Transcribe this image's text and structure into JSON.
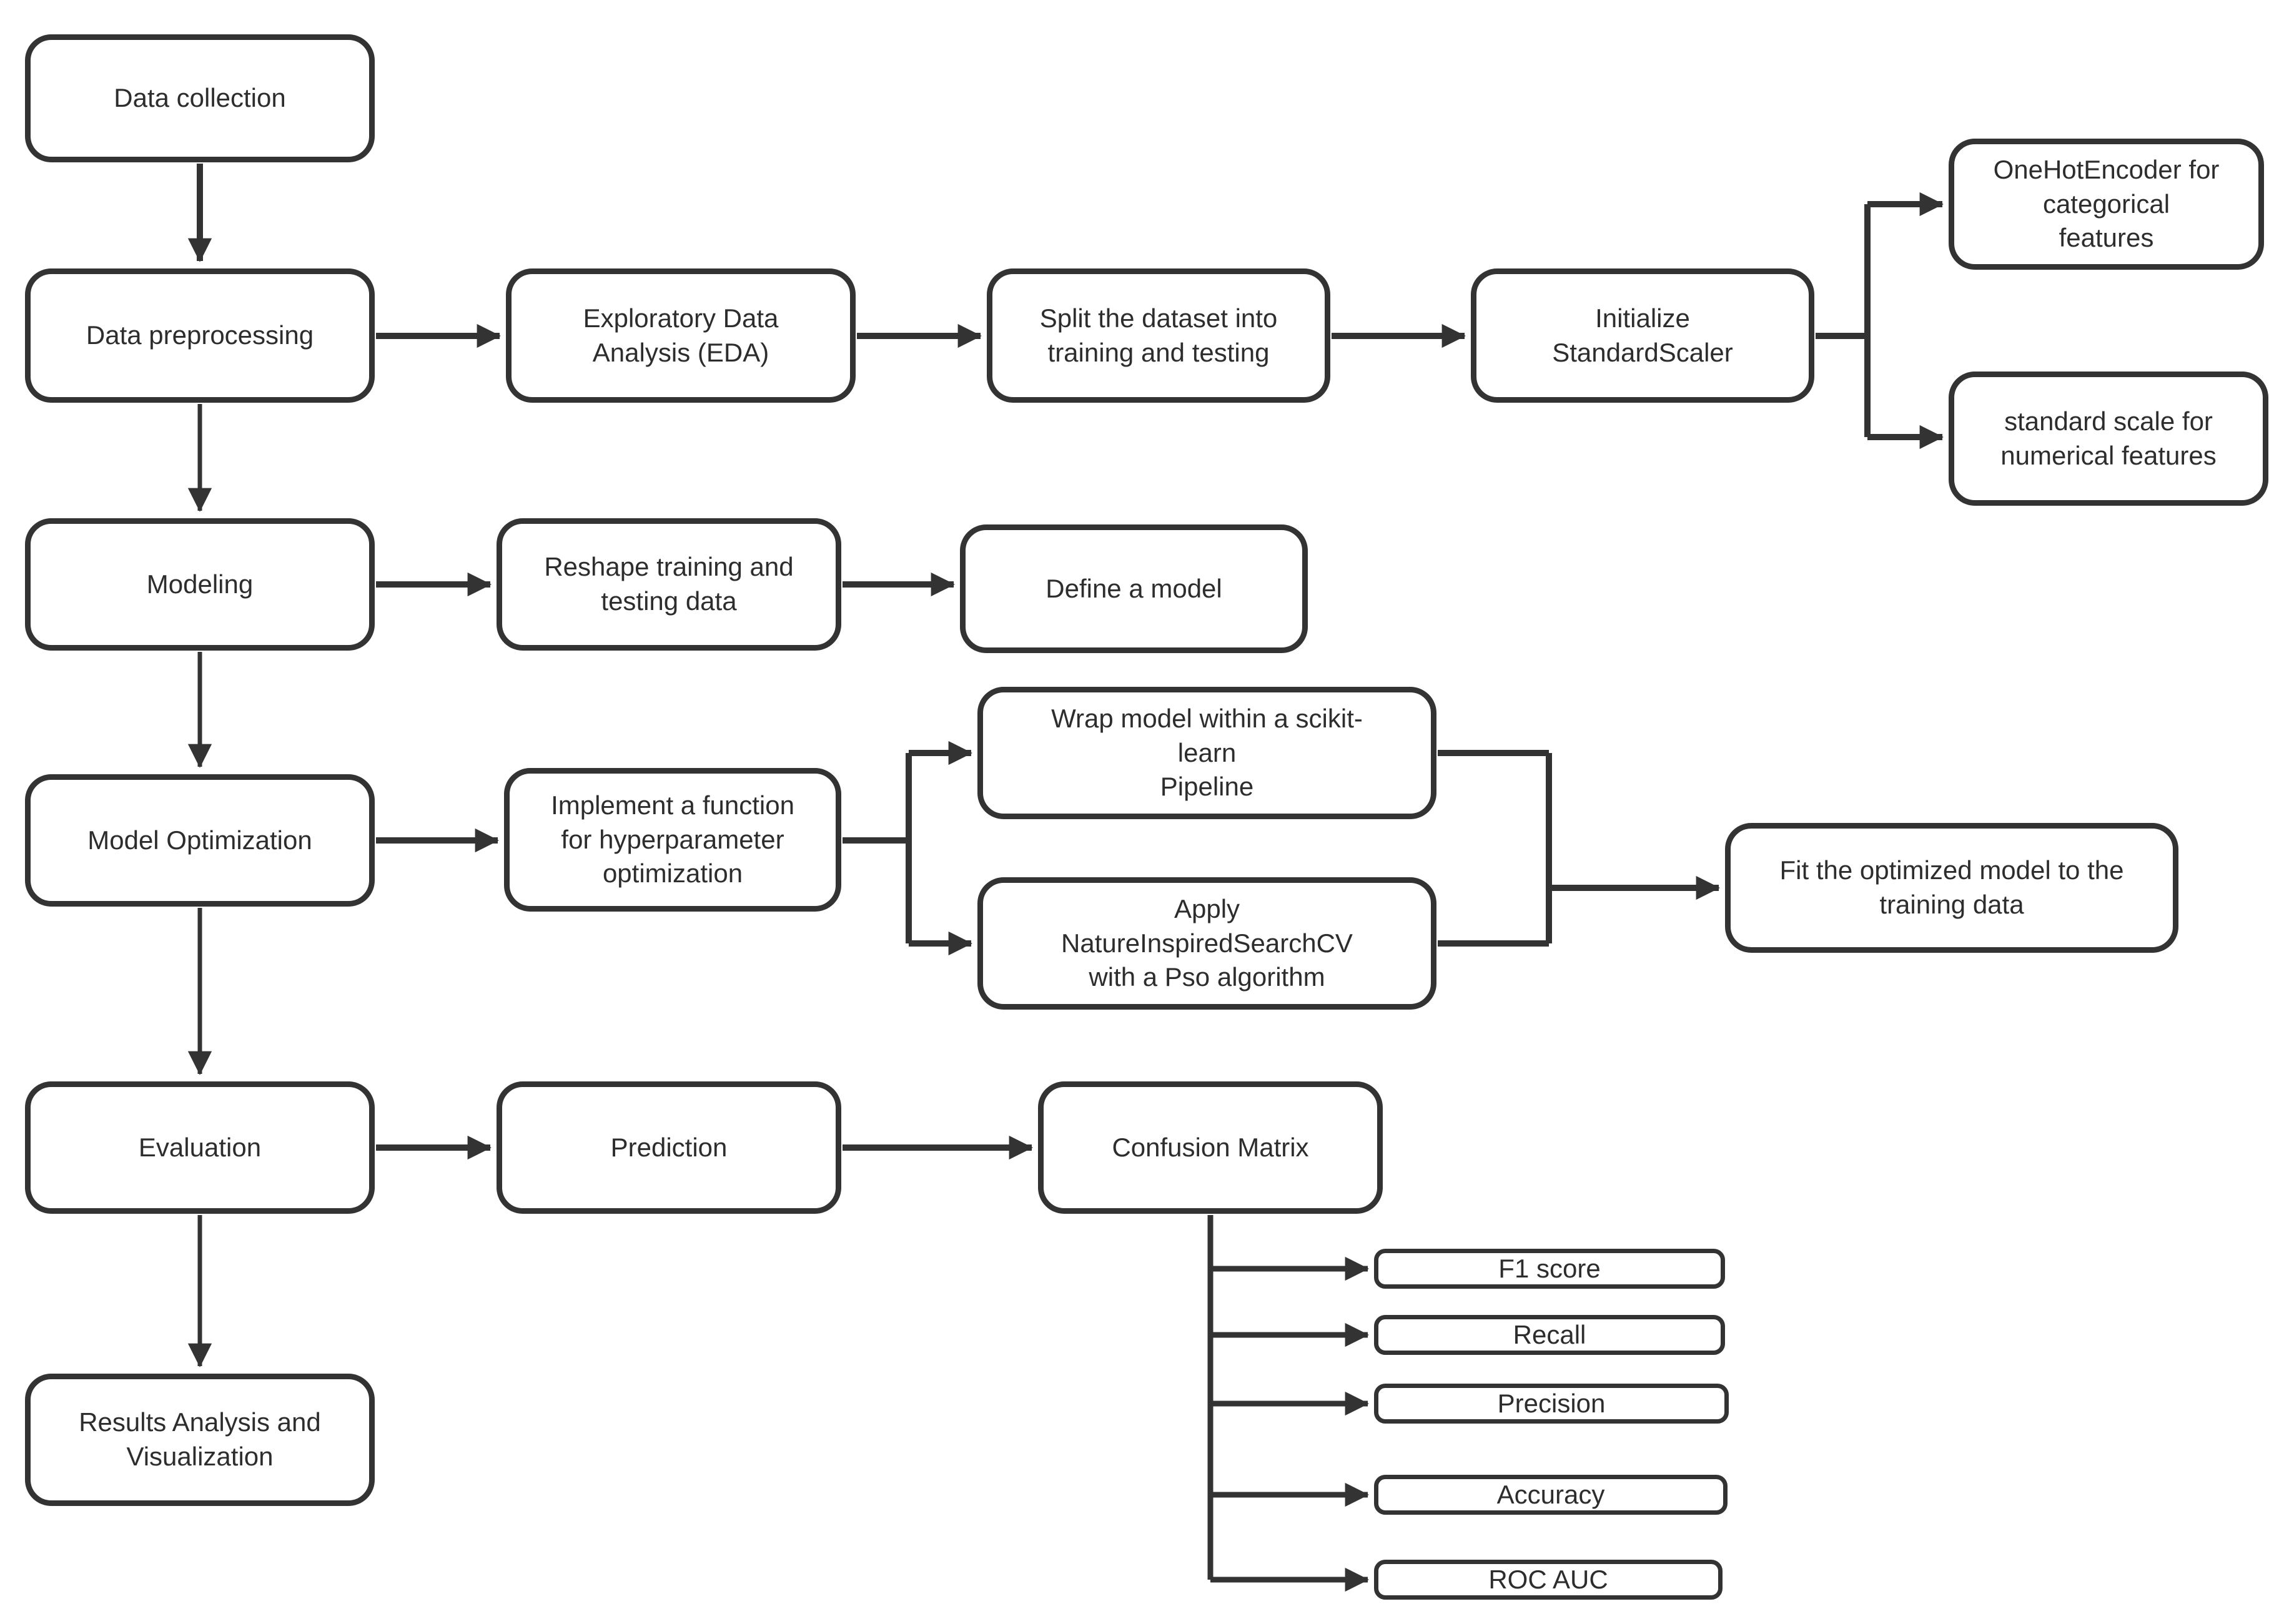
{
  "diagram": {
    "colors": {
      "stroke": "#333333",
      "text": "#2d2d2d",
      "background": "#ffffff"
    },
    "nodes": {
      "data_collection": {
        "label": "Data collection"
      },
      "data_preprocessing": {
        "label": "Data preprocessing"
      },
      "eda": {
        "label": "Exploratory Data\nAnalysis (EDA)"
      },
      "split_dataset": {
        "label": "Split the dataset into\ntraining and testing"
      },
      "init_scaler": {
        "label": "Initialize\nStandardScaler"
      },
      "onehot_encoder": {
        "label": "OneHotEncoder for\ncategorical\nfeatures"
      },
      "standard_scale": {
        "label": "standard scale for\nnumerical features"
      },
      "modeling": {
        "label": "Modeling"
      },
      "reshape_data": {
        "label": "Reshape training and\ntesting data"
      },
      "define_model": {
        "label": "Define a model"
      },
      "model_optimization": {
        "label": "Model Optimization"
      },
      "implement_function": {
        "label": "Implement a function\nfor hyperparameter\noptimization"
      },
      "wrap_pipeline": {
        "label": "Wrap model within a scikit-\nlearn\nPipeline"
      },
      "apply_search": {
        "label": "Apply\nNatureInspiredSearchCV\nwith a Pso algorithm"
      },
      "fit_model": {
        "label": "Fit the optimized model to the\ntraining data"
      },
      "evaluation": {
        "label": "Evaluation"
      },
      "prediction": {
        "label": "Prediction"
      },
      "confusion_matrix": {
        "label": "Confusion Matrix"
      },
      "f1_score": {
        "label": "F1 score"
      },
      "recall": {
        "label": "Recall"
      },
      "precision": {
        "label": "Precision"
      },
      "accuracy": {
        "label": "Accuracy"
      },
      "roc_auc": {
        "label": "ROC AUC"
      },
      "results_analysis": {
        "label": "Results Analysis and\nVisualization"
      }
    },
    "edges": [
      {
        "from": "data_collection",
        "to": "data_preprocessing"
      },
      {
        "from": "data_preprocessing",
        "to": "eda"
      },
      {
        "from": "eda",
        "to": "split_dataset"
      },
      {
        "from": "split_dataset",
        "to": "init_scaler"
      },
      {
        "from": "init_scaler",
        "to": "onehot_encoder"
      },
      {
        "from": "init_scaler",
        "to": "standard_scale"
      },
      {
        "from": "data_preprocessing",
        "to": "modeling"
      },
      {
        "from": "modeling",
        "to": "reshape_data"
      },
      {
        "from": "reshape_data",
        "to": "define_model"
      },
      {
        "from": "modeling",
        "to": "model_optimization"
      },
      {
        "from": "model_optimization",
        "to": "implement_function"
      },
      {
        "from": "implement_function",
        "to": "wrap_pipeline"
      },
      {
        "from": "implement_function",
        "to": "apply_search"
      },
      {
        "from": "wrap_pipeline",
        "to": "fit_model"
      },
      {
        "from": "apply_search",
        "to": "fit_model"
      },
      {
        "from": "model_optimization",
        "to": "evaluation"
      },
      {
        "from": "evaluation",
        "to": "prediction"
      },
      {
        "from": "prediction",
        "to": "confusion_matrix"
      },
      {
        "from": "confusion_matrix",
        "to": "f1_score"
      },
      {
        "from": "confusion_matrix",
        "to": "recall"
      },
      {
        "from": "confusion_matrix",
        "to": "precision"
      },
      {
        "from": "confusion_matrix",
        "to": "accuracy"
      },
      {
        "from": "confusion_matrix",
        "to": "roc_auc"
      },
      {
        "from": "evaluation",
        "to": "results_analysis"
      }
    ]
  }
}
